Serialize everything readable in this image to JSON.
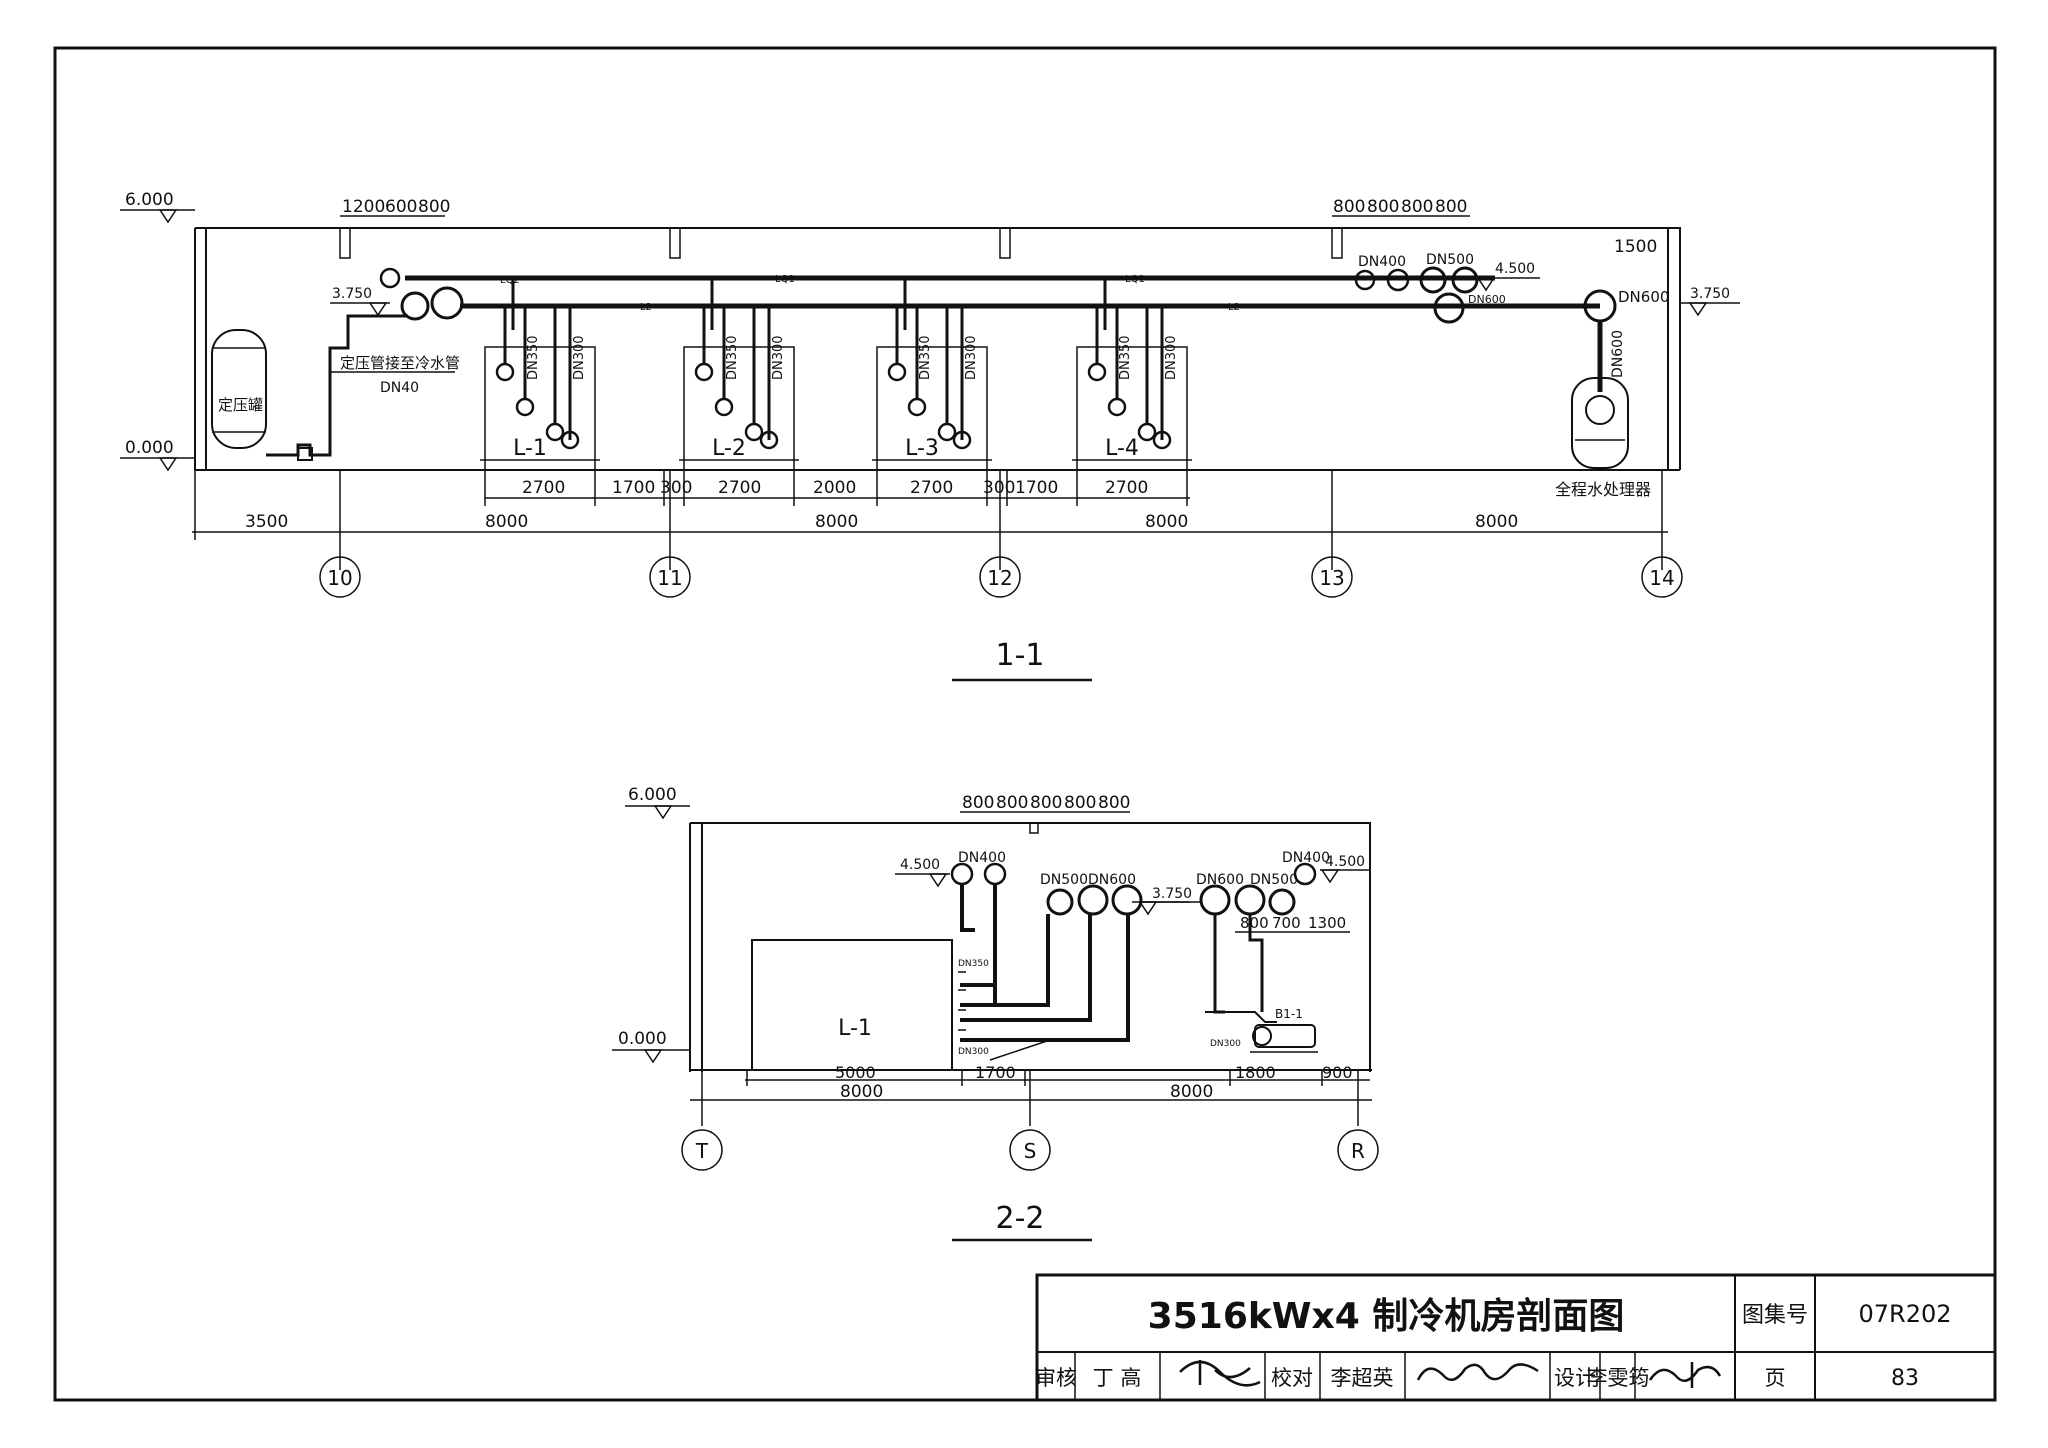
{
  "section1": {
    "label": "1-1",
    "elev_top": "6.000",
    "elev_pipe": "3.750",
    "elev_pipe_right": "3.750",
    "elev_floor": "0.000",
    "elev_450": "4.500",
    "dims_top_left": [
      "1200",
      "600",
      "800"
    ],
    "dims_top_right": [
      "800",
      "800",
      "800",
      "800"
    ],
    "dim_1500": "1500",
    "pipe_labels": {
      "lq2": "LQ2",
      "lq1": "LQ1",
      "l2": "L2"
    },
    "tank_label": "定压罐",
    "note_line": "定压管接至冷水管",
    "note_dn": "DN40",
    "chillers": [
      {
        "name": "L-1",
        "dn_a": "DN350",
        "dn_b": "DN300"
      },
      {
        "name": "L-2",
        "dn_a": "DN350",
        "dn_b": "DN300"
      },
      {
        "name": "L-3",
        "dn_a": "DN350",
        "dn_b": "DN300"
      },
      {
        "name": "L-4",
        "dn_a": "DN350",
        "dn_b": "DN300"
      }
    ],
    "header_dn": [
      "DN400",
      "DN500",
      "DN600"
    ],
    "dn600_right": "DN600",
    "dn600_vert": "DN600",
    "treater_label": "全程水处理器",
    "dims_row1": [
      "2700",
      "1700",
      "300",
      "2700",
      "2000",
      "2700",
      "300",
      "1700",
      "2700"
    ],
    "dims_row2": [
      "3500",
      "8000",
      "8000",
      "8000",
      "8000"
    ],
    "axes": [
      "10",
      "11",
      "12",
      "13",
      "14"
    ]
  },
  "section2": {
    "label": "2-2",
    "elev_top": "6.000",
    "elev_floor": "0.000",
    "elev_450_left": "4.500",
    "elev_450_right": "4.500",
    "elev_375": "3.750",
    "dims_top": [
      "800",
      "800",
      "800",
      "800",
      "800"
    ],
    "dn_labels": [
      "DN400",
      "DN500",
      "DN600",
      "DN600",
      "DN500",
      "DN400"
    ],
    "dims_mid": [
      "800",
      "700",
      "1300"
    ],
    "chiller_name": "L-1",
    "dn350": "DN350",
    "dn300": "DN300",
    "dn300_pump": "DN300",
    "pump_label": "B1-1",
    "dims_row1": [
      "5000",
      "1700",
      "1800",
      "900"
    ],
    "dims_row2": [
      "8000",
      "8000"
    ],
    "axes": [
      "T",
      "S",
      "R"
    ]
  },
  "titleblock": {
    "title": "3516kWx4  制冷机房剖面图",
    "atlas_label": "图集号",
    "atlas_no": "07R202",
    "review_label": "审核",
    "reviewer": "丁 高",
    "check_label": "校对",
    "checker": "李超英",
    "design_label": "设计",
    "designer": "李雯筠",
    "page_label": "页",
    "page_no": "83"
  }
}
